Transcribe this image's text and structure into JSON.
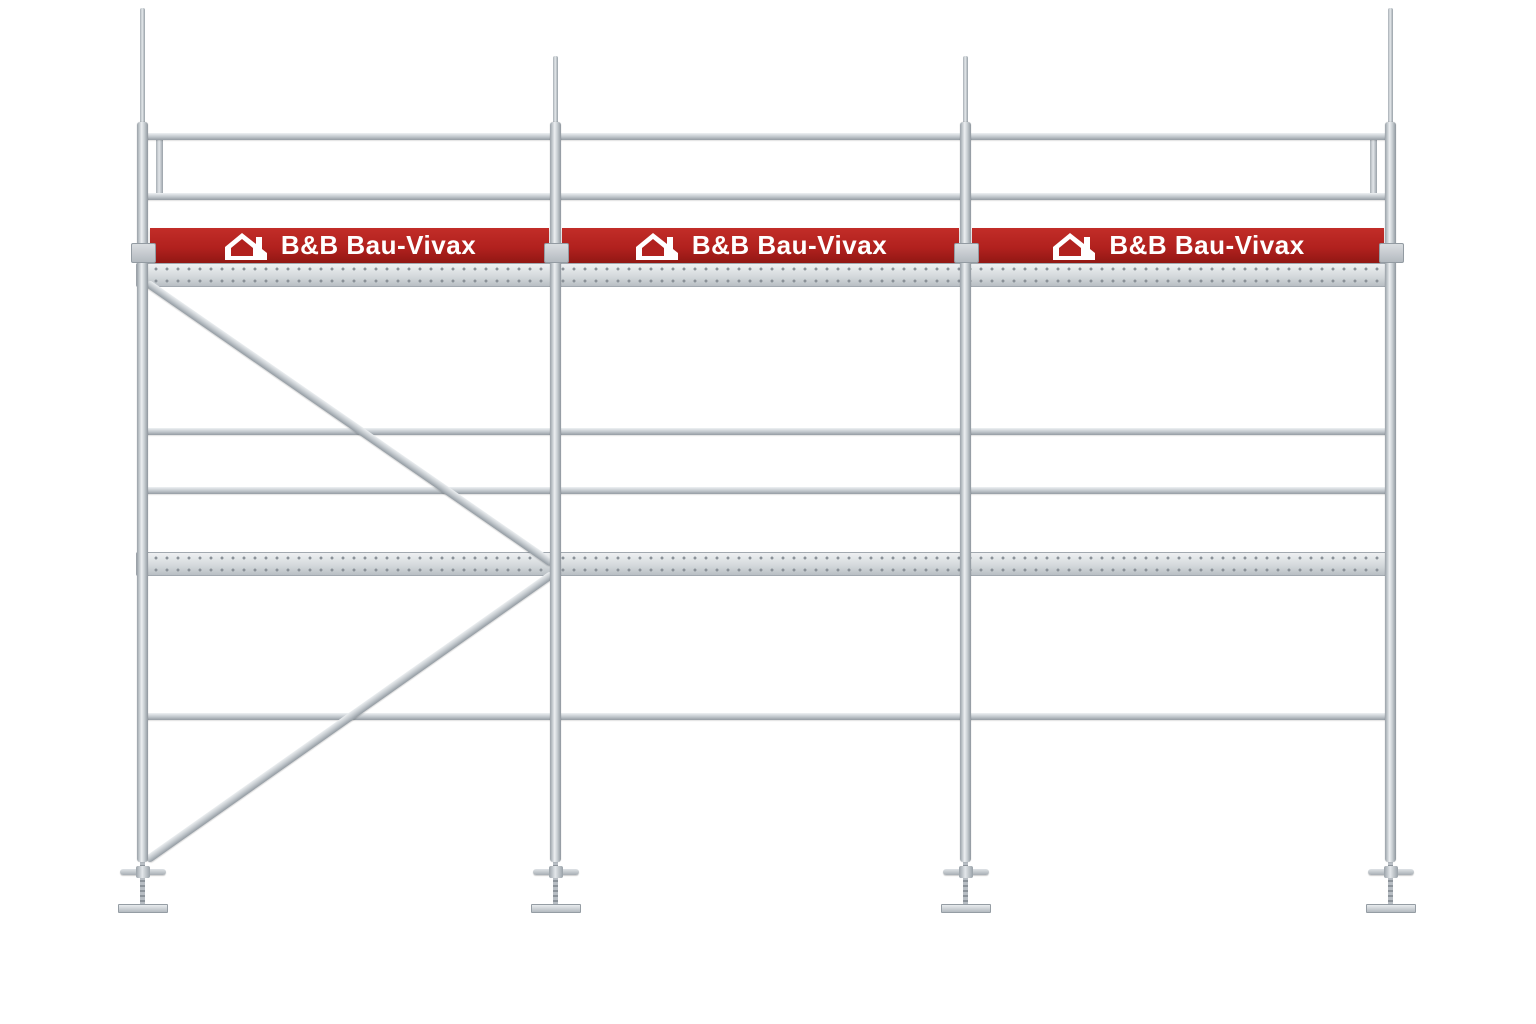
{
  "scene": {
    "background": "#ffffff"
  },
  "brand": {
    "name": "B&B Bau-Vivax",
    "logo_icon": "house-roof-logo-icon"
  },
  "banner": {
    "segments": [
      {
        "text": "B&B Bau-Vivax"
      },
      {
        "text": "B&B Bau-Vivax"
      },
      {
        "text": "B&B Bau-Vivax"
      }
    ]
  },
  "structure": {
    "bays": 3,
    "posts": 4,
    "deck_levels": 2,
    "guardrails": 5,
    "diagonal_braces": 2,
    "base_jacks": 4
  },
  "colors": {
    "background": "#ffffff",
    "banner_red": "#b1211e",
    "banner_red_light": "#c22d28",
    "banner_red_dark": "#8f1613",
    "metal_light": "#eceff1",
    "metal_mid": "#c3c9ce",
    "metal_dark": "#959da4",
    "text_white": "#ffffff"
  }
}
